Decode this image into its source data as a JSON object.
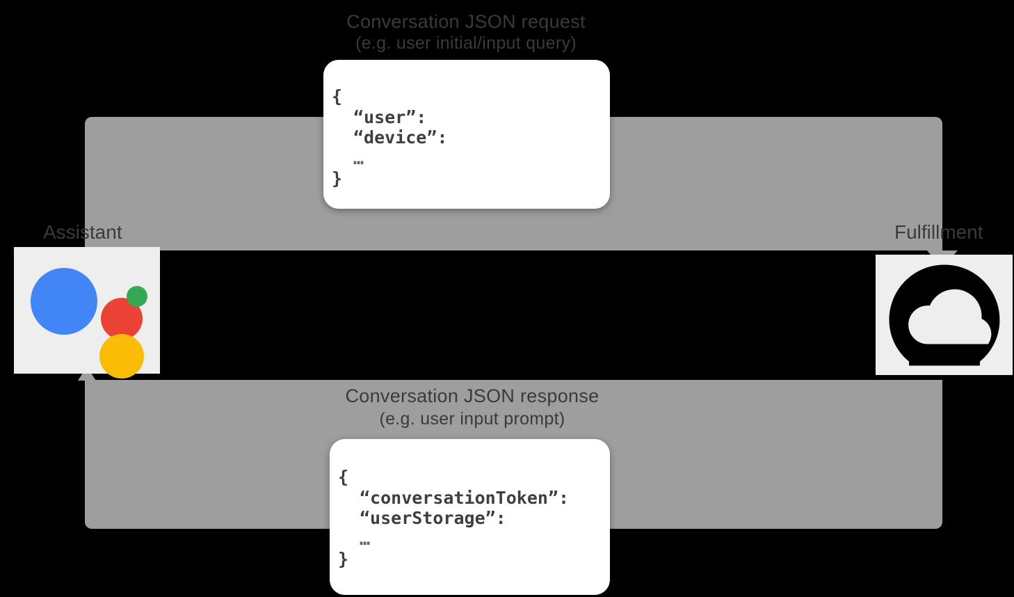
{
  "diagram": {
    "title": "Conversation request/response flow between Google Assistant and Fulfillment",
    "background_color": "#000000",
    "flow_color": "#9e9e9e",
    "tile_color": "#eeeeee"
  },
  "request_flow": {
    "caption_title": "Conversation JSON request",
    "caption_sub": "(e.g. user initial/input query)",
    "direction": "assistant-to-fulfillment"
  },
  "response_flow": {
    "caption_title": "Conversation JSON response",
    "caption_sub": "(e.g. user input prompt)",
    "direction": "fulfillment-to-assistant"
  },
  "endpoints": {
    "left": {
      "label": "Assistant",
      "icon": "google-assistant-icon",
      "colors": {
        "blue": "#4285F4",
        "red": "#EA4335",
        "green": "#34A853",
        "yellow": "#FBBC05"
      }
    },
    "right": {
      "label": "Fulfillment",
      "icon": "google-cloud-icon",
      "colors": {
        "mark": "#000000"
      }
    }
  },
  "request_json": {
    "lines": [
      "{",
      "“user”:",
      "“device”:",
      "…",
      "}"
    ],
    "open_brace": "{",
    "key_1": "“user”:",
    "key_2": "“device”:",
    "ellipsis": "…",
    "close_brace": "}"
  },
  "response_json": {
    "lines": [
      "{",
      "“conversationToken”:",
      "“userStorage”:",
      "…",
      "}"
    ],
    "open_brace": "{",
    "key_1": "“conversationToken”:",
    "key_2": "“userStorage”:",
    "ellipsis": "…",
    "close_brace": "}"
  }
}
